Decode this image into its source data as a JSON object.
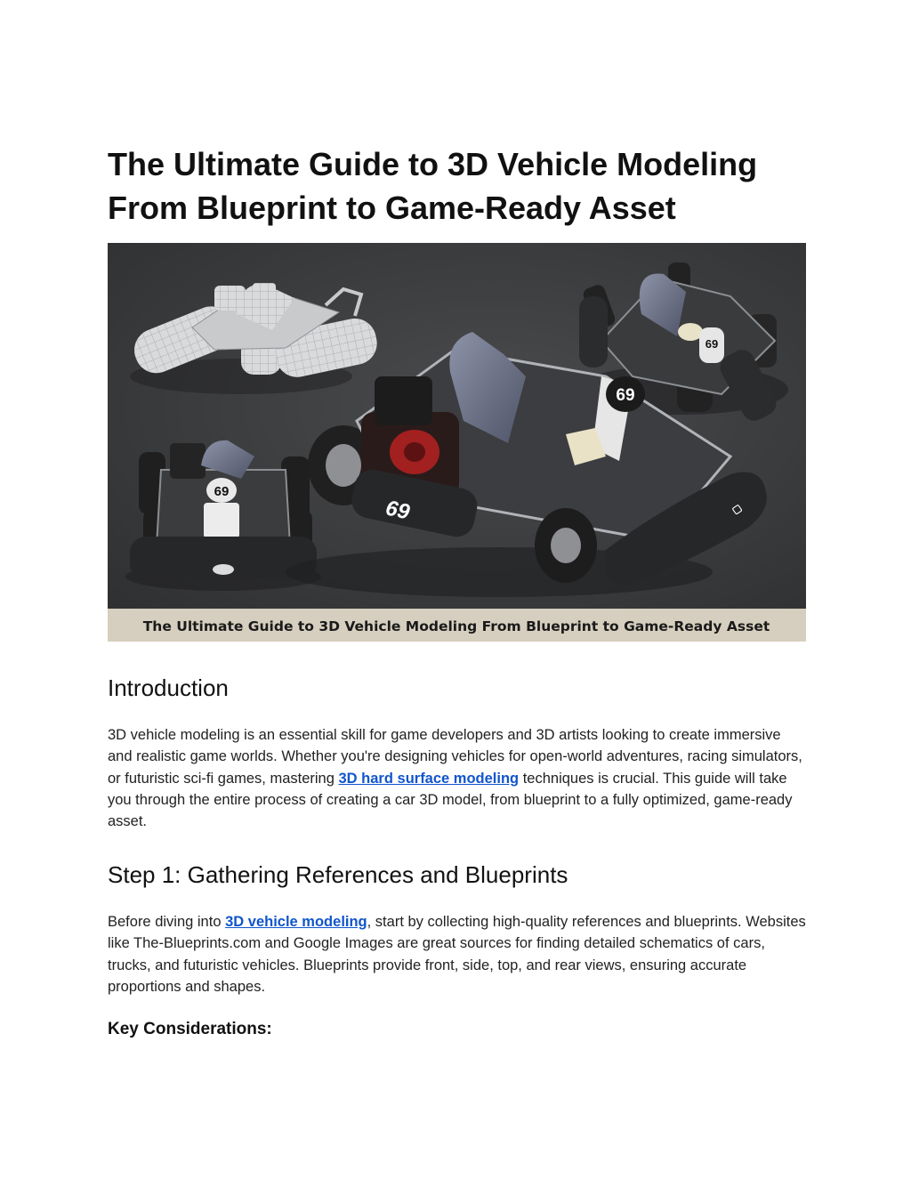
{
  "document": {
    "title_line1": "The Ultimate Guide to 3D Vehicle Modeling",
    "title_line2": "From Blueprint to Game-Ready Asset",
    "hero_image": {
      "caption": "The Ultimate Guide to 3D Vehicle Modeling From Blueprint to Game-Ready Asset",
      "kart_number": "69"
    },
    "intro": {
      "heading": "Introduction",
      "text_before_link": "3D vehicle modeling is an essential skill for game developers and 3D artists looking to create immersive and realistic game worlds. Whether you're designing vehicles for open-world adventures, racing simulators, or futuristic sci-fi games, mastering ",
      "link_text": "3D hard surface modeling",
      "text_after_link": " techniques is crucial. This guide will take you through the entire process of creating a car 3D model, from blueprint to a fully optimized, game-ready asset."
    },
    "step1": {
      "heading": "Step 1: Gathering References and Blueprints",
      "text_before_link": "Before diving into ",
      "link_text": "3D vehicle modeling",
      "text_after_link": ", start by collecting high-quality references and blueprints. Websites like The-Blueprints.com and Google Images are great sources for finding detailed schematics of cars, trucks, and futuristic vehicles. Blueprints provide front, side, top, and rear views, ensuring accurate proportions and shapes."
    },
    "key_considerations": {
      "heading": "Key Considerations:"
    }
  }
}
